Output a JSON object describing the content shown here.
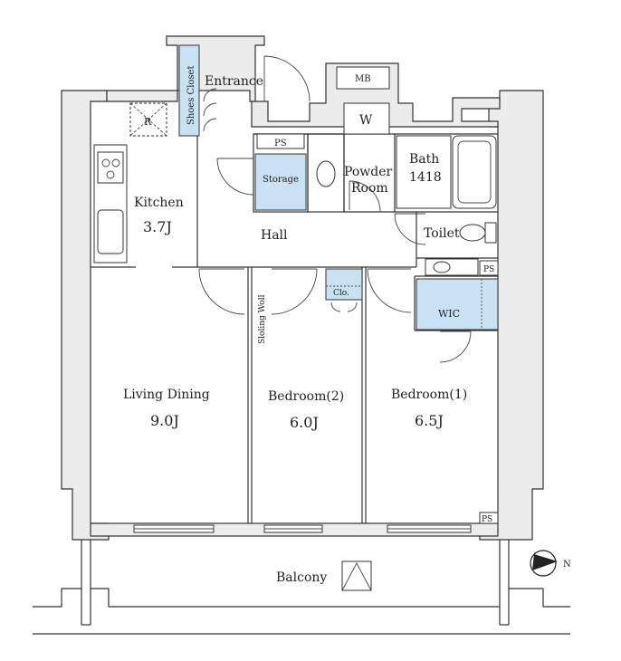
{
  "rooms": {
    "entrance": "Entrance",
    "shoes_closet": "Shoes Closet",
    "mb": "MB",
    "w": "W",
    "r": "R",
    "ps_top": "PS",
    "storage": "Storage",
    "powder_room": "Powder\nRoom",
    "bath_label": "Bath",
    "bath_size": "1418",
    "kitchen_label": "Kitchen",
    "kitchen_size": "3.7J",
    "hall": "Hall",
    "toilet": "Toilet",
    "ps_right": "PS",
    "wic": "WIC",
    "clo": "Clo.",
    "sliding_wall": "Sloling Woll",
    "living_label": "Living Dining",
    "living_size": "9.0J",
    "bedroom2_label": "Bedroom(2)",
    "bedroom2_size": "6.0J",
    "bedroom1_label": "Bedroom(1)",
    "bedroom1_size": "6.5J",
    "ps_bottom": "PS",
    "balcony": "Balcony"
  },
  "compass": {
    "letter": "N"
  },
  "colors": {
    "wall_fill": "#ececec",
    "closet_blue": "#c9e2f3",
    "line": "#333333"
  }
}
